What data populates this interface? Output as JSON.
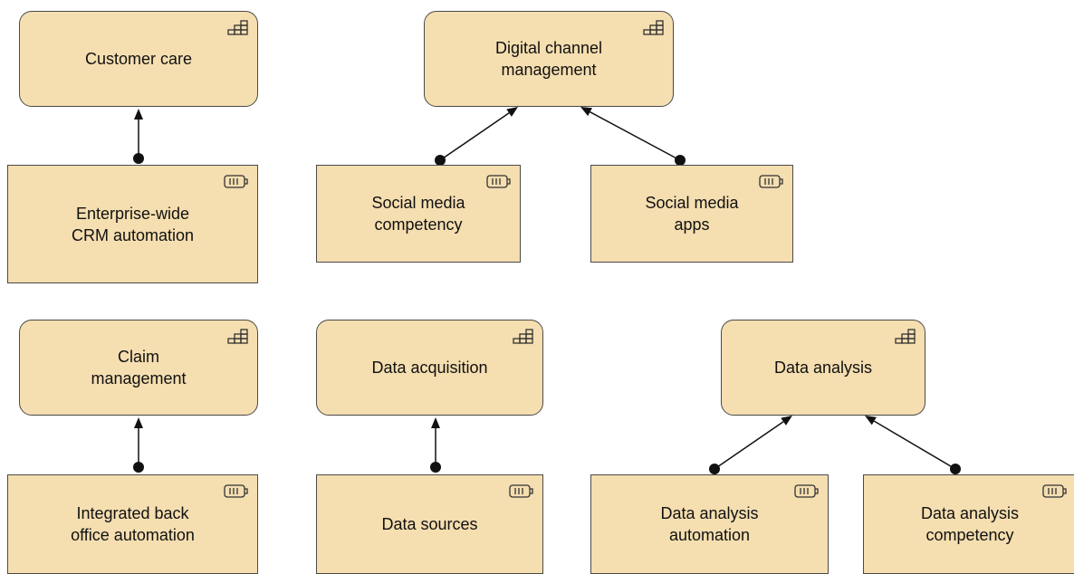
{
  "diagram": {
    "colors": {
      "node_fill": "#f5deb0",
      "node_border": "#4a4a4a",
      "connector": "#111111"
    },
    "nodes": [
      {
        "id": "customer_care",
        "type": "capability",
        "label": "Customer care",
        "icon": "capability-icon"
      },
      {
        "id": "digital_channel",
        "type": "capability",
        "label": "Digital channel\nmanagement",
        "icon": "capability-icon"
      },
      {
        "id": "enterprise_crm",
        "type": "resource",
        "label": "Enterprise-wide\nCRM automation",
        "icon": "resource-icon"
      },
      {
        "id": "social_competency",
        "type": "resource",
        "label": "Social media\ncompetency",
        "icon": "resource-icon"
      },
      {
        "id": "social_apps",
        "type": "resource",
        "label": "Social media\napps",
        "icon": "resource-icon"
      },
      {
        "id": "claim_mgmt",
        "type": "capability",
        "label": "Claim\nmanagement",
        "icon": "capability-icon"
      },
      {
        "id": "data_acquisition",
        "type": "capability",
        "label": "Data acquisition",
        "icon": "capability-icon"
      },
      {
        "id": "data_analysis",
        "type": "capability",
        "label": "Data analysis",
        "icon": "capability-icon"
      },
      {
        "id": "integrated_backoffice",
        "type": "resource",
        "label": "Integrated back\noffice automation",
        "icon": "resource-icon"
      },
      {
        "id": "data_sources",
        "type": "resource",
        "label": "Data sources",
        "icon": "resource-icon"
      },
      {
        "id": "analysis_automation",
        "type": "resource",
        "label": "Data analysis\nautomation",
        "icon": "resource-icon"
      },
      {
        "id": "analysis_competency",
        "type": "resource",
        "label": "Data analysis\ncompetency",
        "icon": "resource-icon"
      }
    ],
    "edges": [
      {
        "from": "enterprise_crm",
        "to": "customer_care",
        "relation": "realization"
      },
      {
        "from": "social_competency",
        "to": "digital_channel",
        "relation": "realization"
      },
      {
        "from": "social_apps",
        "to": "digital_channel",
        "relation": "realization"
      },
      {
        "from": "integrated_backoffice",
        "to": "claim_mgmt",
        "relation": "realization"
      },
      {
        "from": "data_sources",
        "to": "data_acquisition",
        "relation": "realization"
      },
      {
        "from": "analysis_automation",
        "to": "data_analysis",
        "relation": "realization"
      },
      {
        "from": "analysis_competency",
        "to": "data_analysis",
        "relation": "realization"
      }
    ]
  }
}
